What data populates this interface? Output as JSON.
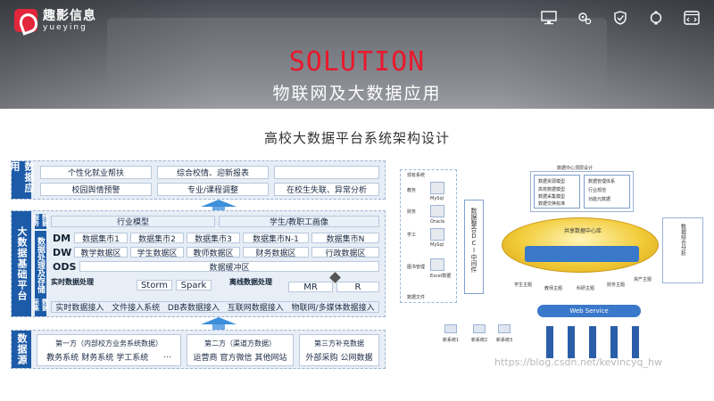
{
  "brand": {
    "name_cn": "趣影信息",
    "name_en": "yueying",
    "accent": "#e3263b"
  },
  "header_icons": [
    "monitor-icon",
    "gears-icon",
    "shield-check-icon",
    "puzzle-icon",
    "code-window-icon"
  ],
  "hero": {
    "title": "SOLUTION",
    "subtitle": "物联网及大数据应用",
    "title_color": "#e8192c"
  },
  "section_title": "高校大数据平台系统架构设计",
  "architecture": {
    "app_layer": {
      "label": "数据应用",
      "row1": [
        "个性化就业帮扶",
        "综合校情、迎新报表",
        ""
      ],
      "row2": [
        "校园舆情预警",
        "专业/课程调整",
        "在校生失联、异常分析"
      ]
    },
    "platform": {
      "label": "大数据基础平台",
      "service": {
        "label": "数据服务",
        "items": [
          "行业模型",
          "学生/教职工画像"
        ]
      },
      "storage_label": "数据处理及存储",
      "dm": {
        "label": "DM",
        "items": [
          "数据集市1",
          "数据集市2",
          "数据集市3",
          "数据集市N-1",
          "数据集市N"
        ]
      },
      "dw": {
        "label": "DW",
        "items": [
          "教学数据区",
          "学生数据区",
          "教师数据区",
          "财务数据区",
          "行政数据区"
        ]
      },
      "ods": {
        "label": "ODS",
        "value": "数据缓冲区"
      },
      "realtime": {
        "label": "实时数据处理",
        "items": [
          "Storm",
          "Spark"
        ]
      },
      "offline": {
        "label": "离线数据处理",
        "items": [
          "MR",
          "R"
        ]
      },
      "collect": {
        "label": "数据采集",
        "items": [
          "实时数据接入",
          "文件接入系统",
          "DB表数据接入",
          "互联网数据接入",
          "物联网/多媒体数据接入"
        ]
      }
    },
    "source_layer": {
      "label": "数据源",
      "groups": [
        {
          "title": "第一方（内部校方业务系统数据）",
          "items": [
            "教务系统",
            "财务系统",
            "学工系统",
            "..."
          ]
        },
        {
          "title": "第二方（渠道方数据）",
          "items": [
            "运营商",
            "官方微信",
            "其他网站"
          ]
        },
        {
          "title": "第三方补充数据",
          "items": [
            "外部采购",
            "公网数据"
          ]
        }
      ]
    }
  },
  "right_diagram": {
    "systems_title": "现有系统",
    "systems": [
      "教务",
      "财务",
      "学工",
      "图书管理",
      "数据文件"
    ],
    "db_labels": [
      "MySql",
      "Oracle",
      "MySql",
      "Excel数据"
    ],
    "middleware": "数据整合DCI中间件",
    "center_title": "数据中心顶层设计",
    "center_left": [
      "数据资源模型",
      "高校数据模型",
      "数据采集模型",
      "数据交换标准"
    ],
    "center_right": [
      "数据管理体系",
      "行业规范",
      "功能元数据"
    ],
    "db_name": "共享数据中心库",
    "subjects": [
      "学生主题",
      "教师主题",
      "科研主题",
      "财务主题",
      "资产主题"
    ],
    "right_title": "数据综合分析",
    "web_service": "Web Service",
    "new_systems": [
      "新系统1",
      "新系统2",
      "新系统3"
    ]
  },
  "watermark": "https://blog.csdn.net/kevincyq_hw"
}
